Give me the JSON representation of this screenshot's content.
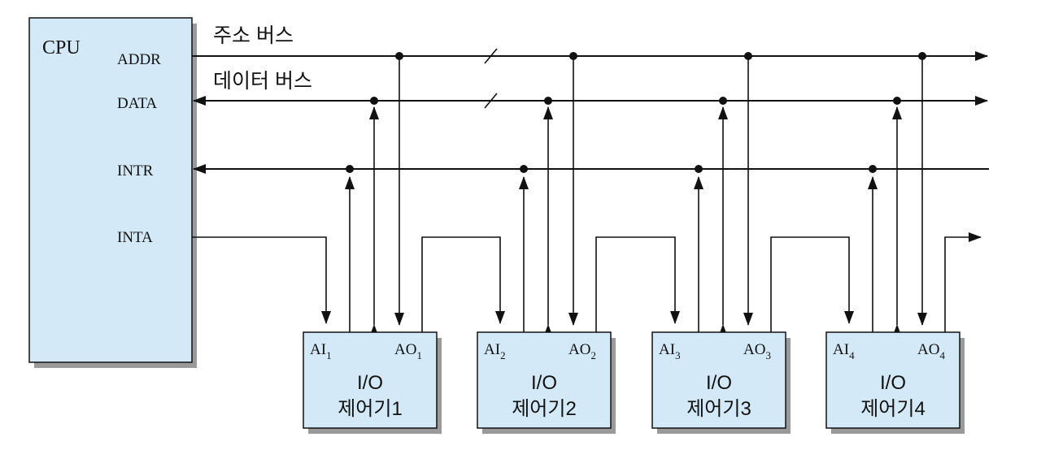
{
  "colors": {
    "box_fill": "#d3e9f7",
    "shadow": "#9a9a9a",
    "line": "#111111"
  },
  "cpu": {
    "label": "CPU",
    "signals": {
      "addr": "ADDR",
      "data": "DATA",
      "intr": "INTR",
      "inta": "INTA"
    }
  },
  "buses": {
    "address_label": "주소 버스",
    "data_label": "데이터 버스"
  },
  "controllers": [
    {
      "ai_base": "AI",
      "ai_sub": "1",
      "ao_base": "AO",
      "ao_sub": "1",
      "line1": "I/O",
      "line2": "제어기1"
    },
    {
      "ai_base": "AI",
      "ai_sub": "2",
      "ao_base": "AO",
      "ao_sub": "2",
      "line1": "I/O",
      "line2": "제어기2"
    },
    {
      "ai_base": "AI",
      "ai_sub": "3",
      "ao_base": "AO",
      "ao_sub": "3",
      "line1": "I/O",
      "line2": "제어기3"
    },
    {
      "ai_base": "AI",
      "ai_sub": "4",
      "ao_base": "AO",
      "ao_sub": "4",
      "line1": "I/O",
      "line2": "제어기4"
    }
  ]
}
